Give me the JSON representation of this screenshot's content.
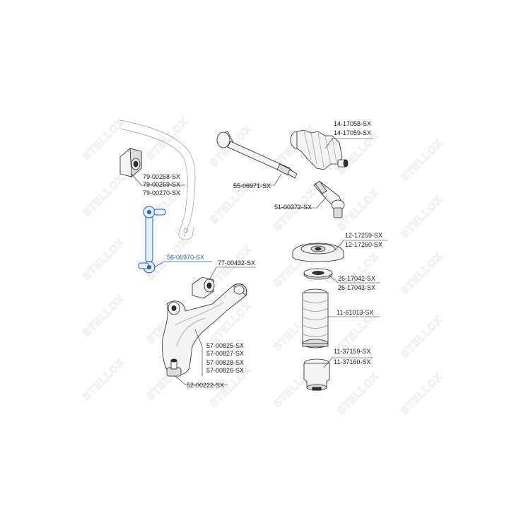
{
  "watermark": "STELLOX",
  "labels": {
    "stab_bush": [
      "79-00268-SX",
      "79-00269-SX",
      "79-00270-SX"
    ],
    "stab_link": "56-06970-SX",
    "tie_rod": "55-06971-SX",
    "boot": [
      "14-17058-SX",
      "14-17059-SX"
    ],
    "tie_rod_end": "51-00372-SX",
    "strut_mount": [
      "12-17259-SX",
      "12-17260-SX"
    ],
    "bearing": [
      "26-17042-SX",
      "26-17043-SX"
    ],
    "dust_boot": "11-61013-SX",
    "bump_stop": [
      "11-37159-SX",
      "11-37160-SX"
    ],
    "arm_bush": "77-00432-SX",
    "control_arm": [
      "57-00825-SX",
      "57-00827-SX",
      "57-00828-SX",
      "57-00826-SX"
    ],
    "ball_joint": "52-00222-SX"
  },
  "colors": {
    "highlight": "#1f5fbf",
    "ink": "#222222"
  }
}
